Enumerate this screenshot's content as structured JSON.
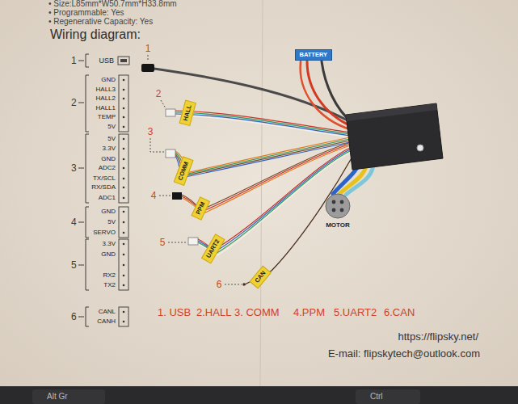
{
  "diagram": {
    "title": "Wiring diagram:",
    "nodes": [
      {
        "text": [
          "BATTERY"
        ]
      },
      {
        "text": [
          "HALL"
        ]
      },
      {
        "text": [
          "COMM"
        ]
      },
      {
        "text": [
          "PPM"
        ]
      },
      {
        "text": [
          "UART2"
        ]
      },
      {
        "text": [
          "CAN"
        ]
      }
    ],
    "labels": [
      "• Size:L85mm*W50.7mm*H33.8mm",
      "• Programmable: Yes",
      "• Regenerative Capacity: Yes",
      "1",
      "USB",
      "2",
      "GND",
      "HALL3",
      "HALL2",
      "HALL1",
      "TEMP",
      "5V",
      "3",
      "5V",
      "3.3V",
      "GND",
      "ADC2",
      "TX/SCL",
      "RX/SDA",
      "ADC1",
      "4",
      "GND",
      "5V",
      "SERVO",
      "5",
      "3.3V",
      "GND",
      "RX2",
      "TX2",
      "6",
      "CANL",
      "CANH",
      "1",
      "2",
      "3",
      "4",
      "5",
      "6",
      "MOTOR",
      "1. USB",
      "2.HALL",
      "3. COMM",
      "4.PPM",
      "5.UART2",
      "6.CAN",
      "https://flipsky.net/",
      "E-mail: flipskytech@outlook.com",
      "Alt Gr",
      "Ctrl"
    ]
  }
}
